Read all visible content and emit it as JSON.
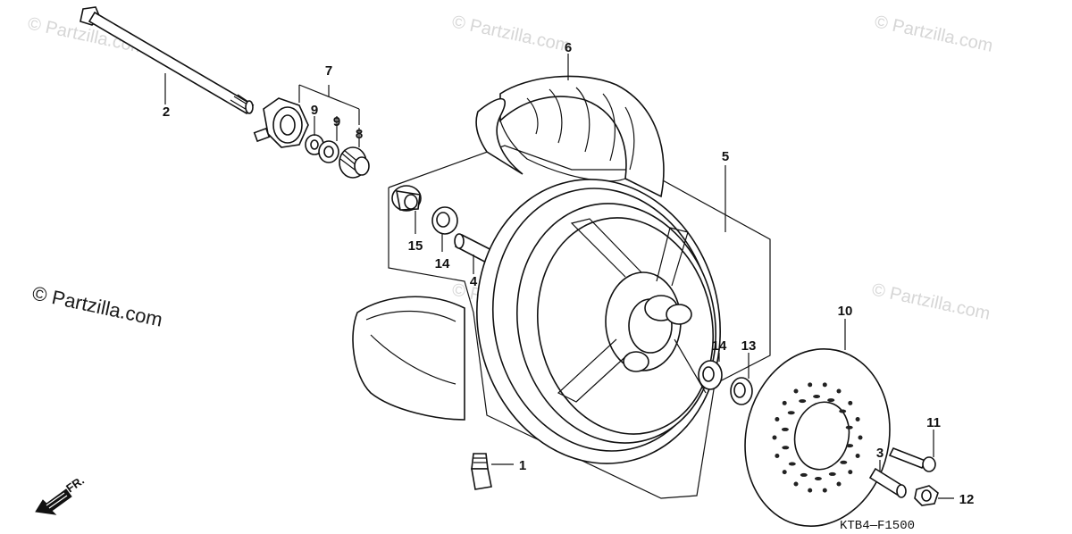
{
  "watermarks": [
    {
      "text": "© Partzilla.com",
      "kind": "faint"
    },
    {
      "text": "© Partzilla.com",
      "kind": "faint"
    },
    {
      "text": "© Partzilla.com",
      "kind": "faint"
    },
    {
      "text": "© Partzilla.com",
      "kind": "faint"
    },
    {
      "text": "© Partzilla.com",
      "kind": "faint"
    },
    {
      "text": "© Partzilla.com",
      "kind": "dark"
    }
  ],
  "callouts": {
    "c1": "1",
    "c2": "2",
    "c3": "3",
    "c4": "4",
    "c5": "5",
    "c6": "6",
    "c7": "7",
    "c8": "8",
    "c9a": "9",
    "c9b": "9",
    "c10": "10",
    "c11": "11",
    "c12": "12",
    "c13": "13",
    "c14a": "14",
    "c14b": "14",
    "c15": "15"
  },
  "direction_label": "FR.",
  "diagram_code": "KTB4—F1500",
  "colors": {
    "line": "#111111",
    "watermark": "#d6d6d6",
    "background": "#ffffff"
  },
  "icons": [
    "front-direction-arrow-icon"
  ]
}
